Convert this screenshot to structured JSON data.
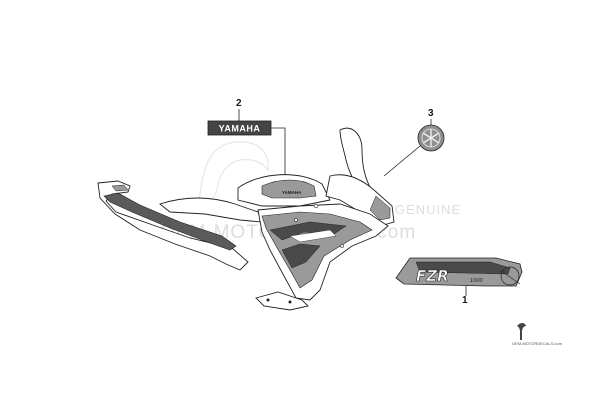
{
  "diagram": {
    "callouts": {
      "part1": "1",
      "part2": "2",
      "part3": "3"
    },
    "decal_labels": {
      "yamaha_badge": "YAMAHA",
      "tank_badge": "YAMAHA",
      "fz_logo": "FZR",
      "fz_sub": "1000"
    },
    "watermark": {
      "main": "OEM-MOTORDECALS.com",
      "secondary": "GENUINE",
      "corner": "OEM-MOTORDECALS.com"
    },
    "colors": {
      "line": "#222222",
      "decal_grey": "#9a9a9a",
      "decal_dark": "#4a4a4a",
      "watermark": "#dddddd",
      "badge_bg": "#444444"
    }
  }
}
